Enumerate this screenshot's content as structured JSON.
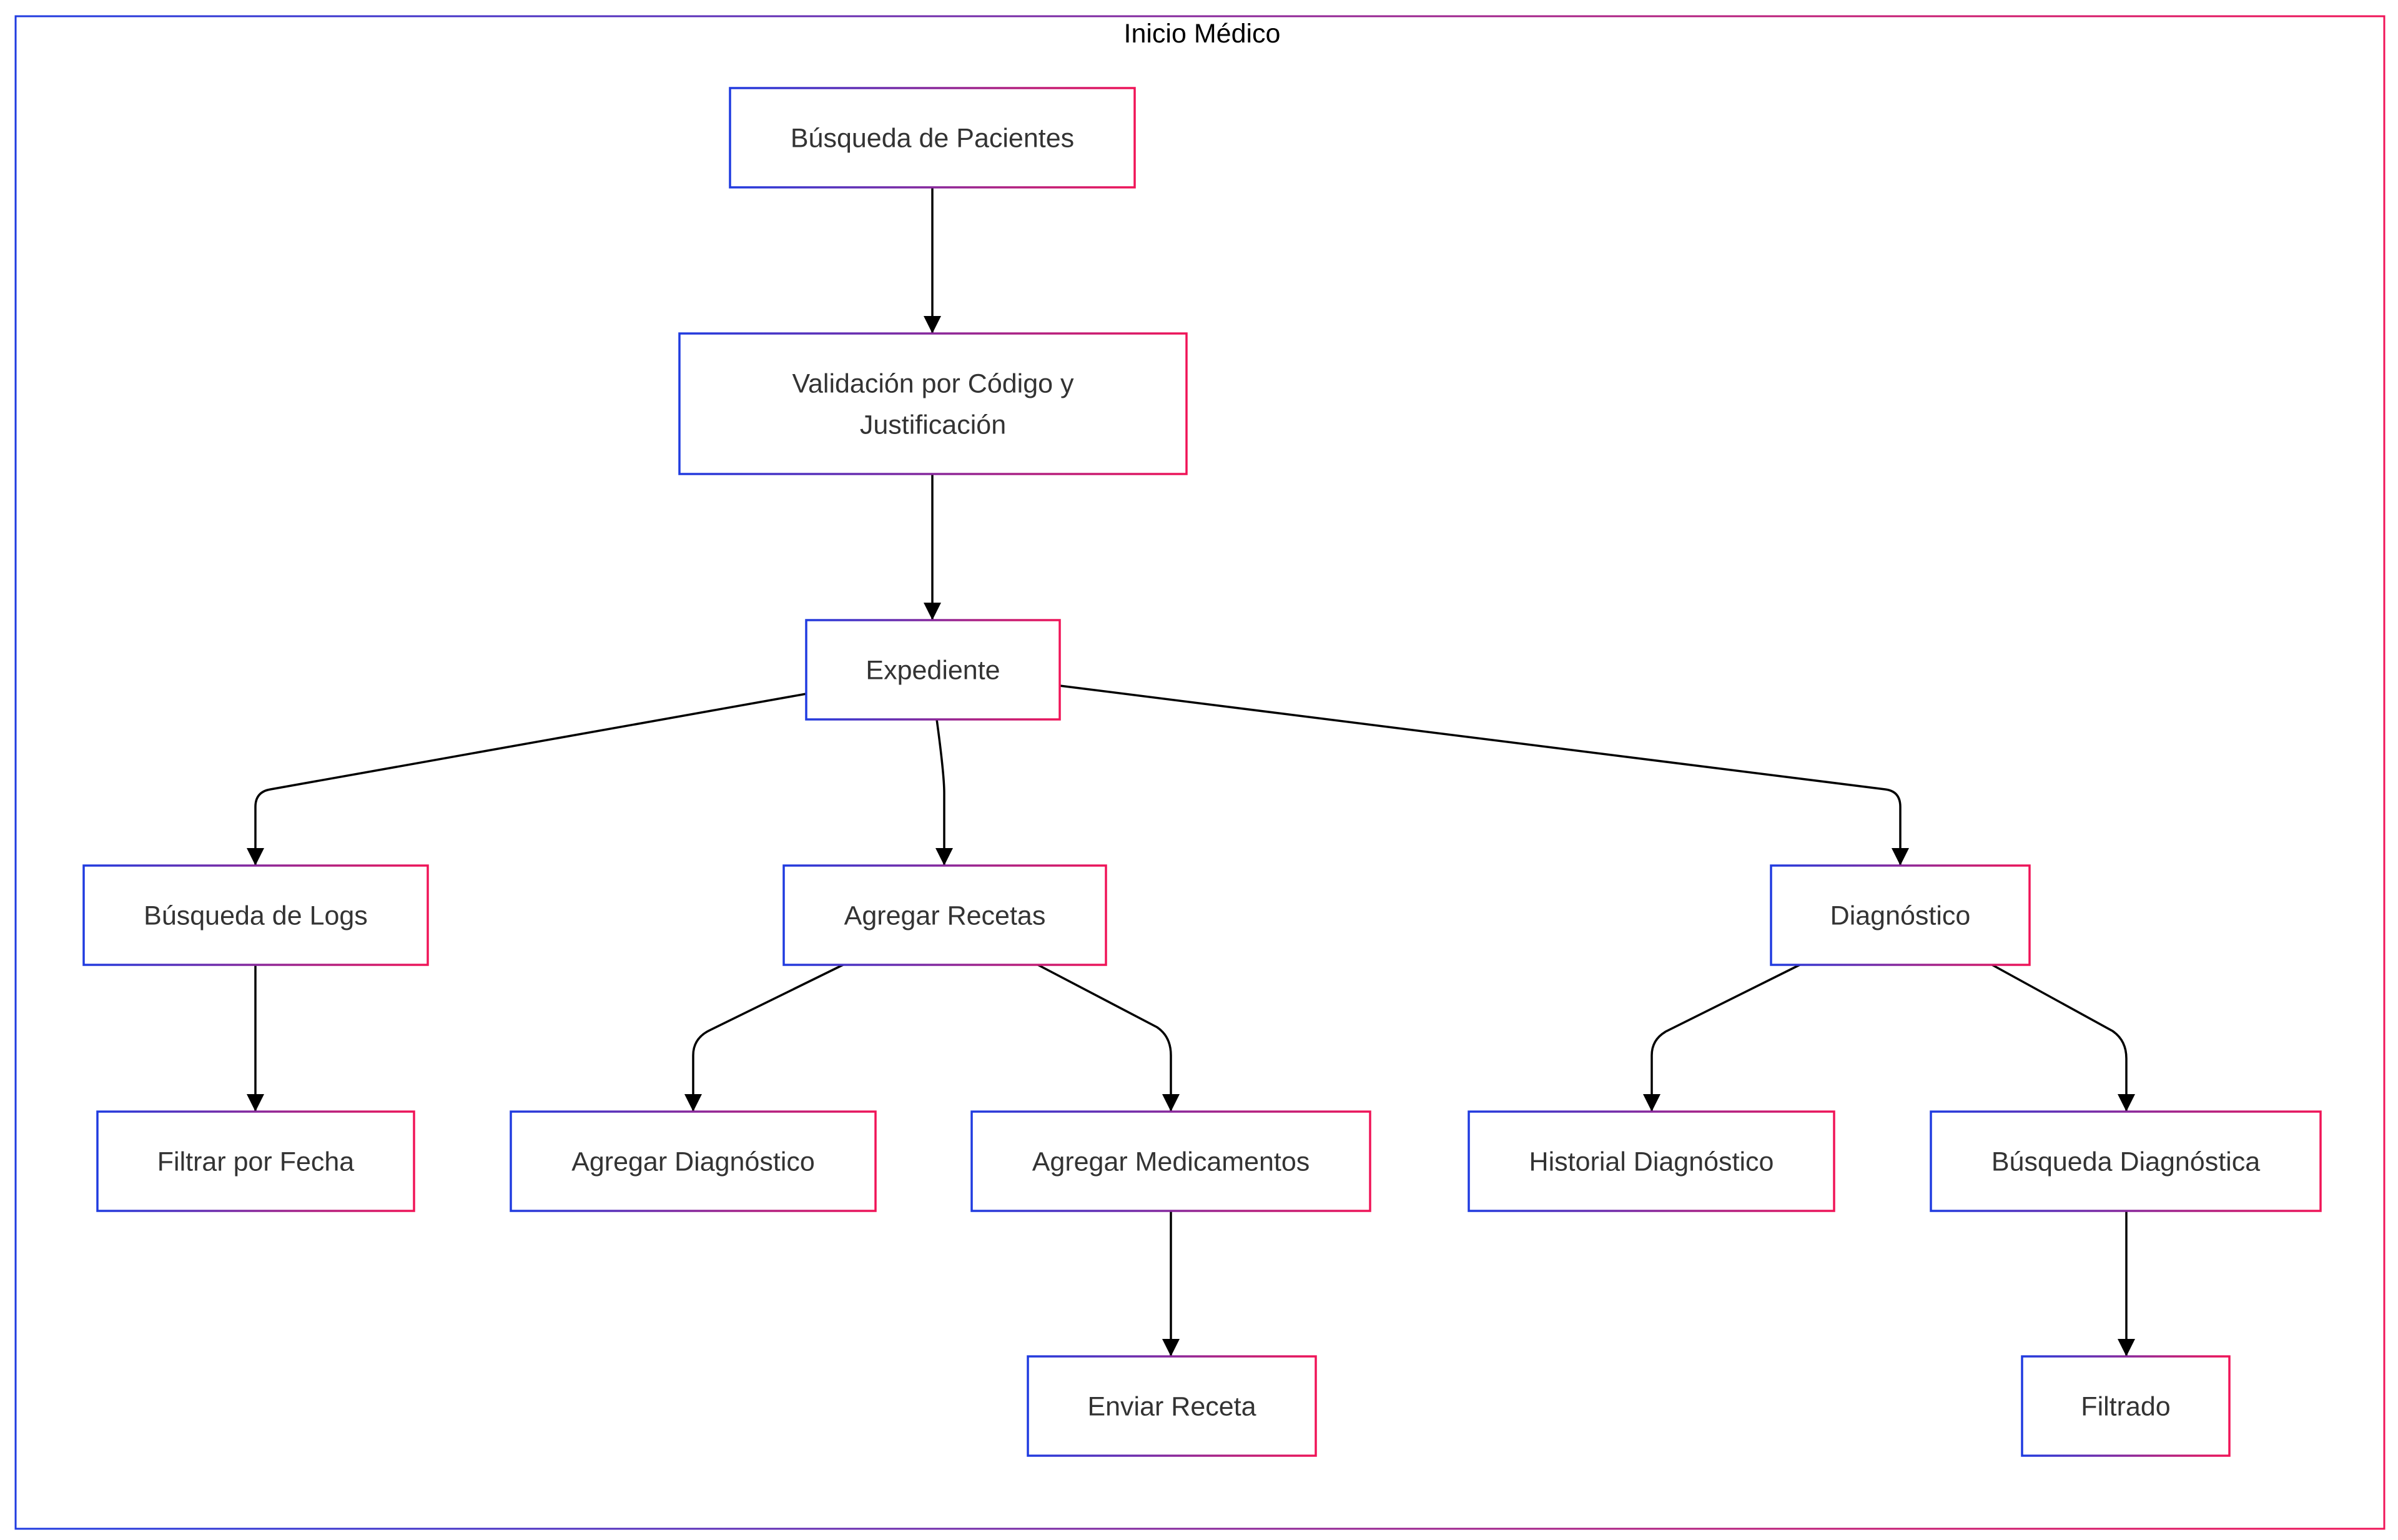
{
  "diagram": {
    "title": "Inicio Médico",
    "colors": {
      "border_start": "#1f3be0",
      "border_end": "#f01457",
      "edge": "#000000",
      "text": "#333333"
    },
    "nodes": [
      {
        "id": "busqueda-pacientes",
        "lines": [
          "Búsqueda de Pacientes"
        ]
      },
      {
        "id": "validacion",
        "lines": [
          "Validación por Código y",
          "Justificación"
        ]
      },
      {
        "id": "expediente",
        "lines": [
          "Expediente"
        ]
      },
      {
        "id": "busqueda-logs",
        "lines": [
          "Búsqueda de Logs"
        ]
      },
      {
        "id": "agregar-recetas",
        "lines": [
          "Agregar Recetas"
        ]
      },
      {
        "id": "diagnostico",
        "lines": [
          "Diagnóstico"
        ]
      },
      {
        "id": "filtrar-fecha",
        "lines": [
          "Filtrar por Fecha"
        ]
      },
      {
        "id": "agregar-diagnostico",
        "lines": [
          "Agregar Diagnóstico"
        ]
      },
      {
        "id": "agregar-medicamentos",
        "lines": [
          "Agregar Medicamentos"
        ]
      },
      {
        "id": "historial-diagnostico",
        "lines": [
          "Historial Diagnóstico"
        ]
      },
      {
        "id": "busqueda-diagnostica",
        "lines": [
          "Búsqueda Diagnóstica"
        ]
      },
      {
        "id": "enviar-receta",
        "lines": [
          "Enviar Receta"
        ]
      },
      {
        "id": "filtrado",
        "lines": [
          "Filtrado"
        ]
      }
    ],
    "edges": [
      {
        "from": "busqueda-pacientes",
        "to": "validacion"
      },
      {
        "from": "validacion",
        "to": "expediente"
      },
      {
        "from": "expediente",
        "to": "busqueda-logs"
      },
      {
        "from": "expediente",
        "to": "agregar-recetas"
      },
      {
        "from": "expediente",
        "to": "diagnostico"
      },
      {
        "from": "busqueda-logs",
        "to": "filtrar-fecha"
      },
      {
        "from": "agregar-recetas",
        "to": "agregar-diagnostico"
      },
      {
        "from": "agregar-recetas",
        "to": "agregar-medicamentos"
      },
      {
        "from": "diagnostico",
        "to": "historial-diagnostico"
      },
      {
        "from": "diagnostico",
        "to": "busqueda-diagnostica"
      },
      {
        "from": "agregar-medicamentos",
        "to": "enviar-receta"
      },
      {
        "from": "busqueda-diagnostica",
        "to": "filtrado"
      }
    ]
  }
}
